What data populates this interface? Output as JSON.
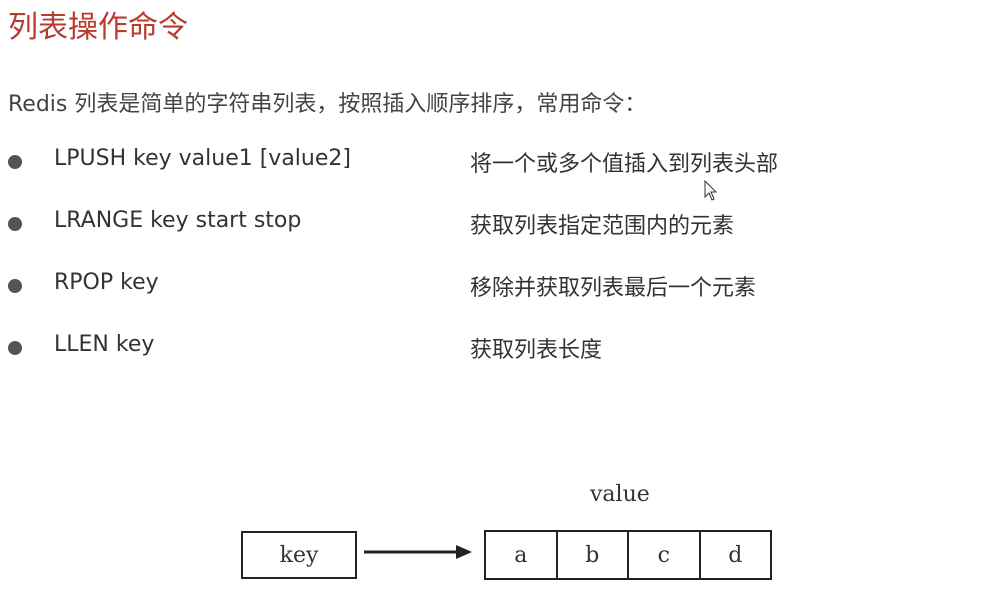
{
  "title": "列表操作命令",
  "intro": "Redis 列表是简单的字符串列表，按照插入顺序排序，常用命令：",
  "commands": [
    {
      "cmd": "LPUSH key value1 [value2]",
      "desc": "将一个或多个值插入到列表头部"
    },
    {
      "cmd": "LRANGE key start stop",
      "desc": "获取列表指定范围内的元素"
    },
    {
      "cmd": "RPOP key",
      "desc": "移除并获取列表最后一个元素"
    },
    {
      "cmd": "LLEN key",
      "desc": "获取列表长度"
    }
  ],
  "diagram": {
    "key": "key",
    "value_label": "value",
    "values": [
      "a",
      "b",
      "c",
      "d"
    ]
  },
  "colors": {
    "title": "#b83b2e"
  }
}
